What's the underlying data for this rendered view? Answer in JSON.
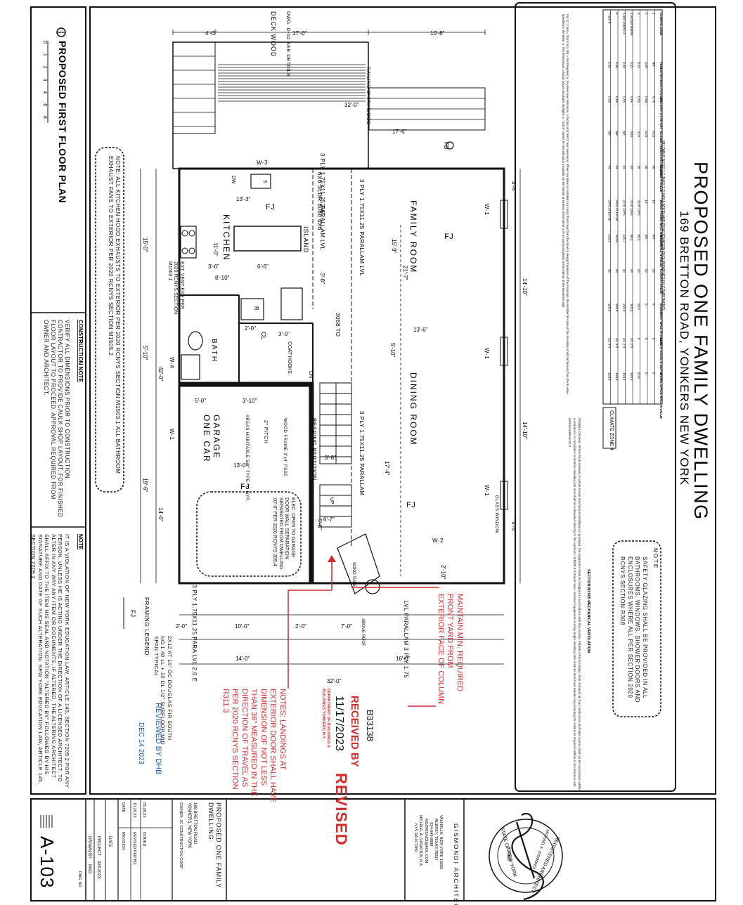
{
  "title": "PROPOSED ONE FAMILY DWELLING",
  "address": "169 BRETTON ROAD, YONKERS NEW YORK",
  "plan_title": "PROPOSED FIRST FLOOR PLAN",
  "scale_numbers": "0 1 2 3 4 6 8",
  "rooms": {
    "family": "FAMILY ROOM",
    "dining": "DINING ROOM",
    "kitchen": "KITCHEN",
    "kitchen_size": "11'-0\"",
    "bath": "BATH",
    "garage": "GARAGE",
    "one_car": "ONE CAR",
    "island": "ISLAND",
    "deck": "DECK WOOD",
    "dwg_details": "DWG. D-02 SEE DETAILS",
    "railing": "RAILING 3'-6\"H WOOD",
    "cl": "CL",
    "coat_hooks": "COAT HOOKS",
    "stairs_up": "UP",
    "stairs_dn": "DN",
    "fd": "FD",
    "dw": "DW",
    "r": "R",
    "s": "S"
  },
  "beams": {
    "b1": "3 PLY 1.75X11.25 PARALLAM LVL",
    "b2": "3 PLY 1.75X11.25 PARALLAM LVL",
    "b3": "3 PLY 1.75X11.25 PARALLAM",
    "b4": "3 PLY 1.75X11.25 PARA LVL 2.0 E",
    "b5": "LVL PARALLAM 3 PLY 1.75",
    "bearing": "BEARING PARTITION",
    "sldr": "6X6 SLDR 6068 6X6",
    "door": "3068 TO",
    "hdr": "6x6",
    "wood_frame": "WOOD FRAME 3'x4' PSSC",
    "pitch": "2\" PITCH",
    "areas_habitable": "AREAS HABITABLE 5/8\" TYPE 'X' GYP.",
    "fj": "FJ",
    "w1": "W-1",
    "w2": "W-2",
    "w3": "W-3",
    "w4": "W-4",
    "glass_window": "GLASS WINDOW"
  },
  "dims": {
    "top1": "4'-0\"",
    "top2": "17'-0\"",
    "top3": "10'-8\"",
    "top4": "32'-0\"",
    "k1": "13'-3\"",
    "k2": "3'-6\"",
    "k3": "6'-6\"",
    "k4": "3'-6\"",
    "k5": "8'-10\"",
    "k6": "3'-8\"",
    "left1": "15'-0\"",
    "left2": "5'-10\"",
    "left3": "42'-0\"",
    "left4": "19'-6\"",
    "left5": "14'-0\"",
    "fam": "21'-7\"",
    "fam2": "15'-9\"",
    "c1": "13'-6\"",
    "c2": "5'-10\"",
    "c3": "3'-0\"",
    "c4": "2'-0\"",
    "g1": "5'-0\"",
    "g2": "3'-10\"",
    "g3": "13'-0\"",
    "g4": "3'-8\"",
    "g5": "17'-4\"",
    "g6": "6'-7\"",
    "g7": "5'-8\"",
    "r1": "14'-10\"",
    "r2": "14'-10\"",
    "r3": "4'-5\"",
    "r4": "4'-5\"",
    "bot1": "2'-0\"",
    "bot2": "10'-0\"",
    "bot3": "2'-0\"",
    "bot4": "7'-0\"",
    "bot5": "14'-0\"",
    "bot6": "16'-0\"",
    "bot7": "32'-0\"",
    "s1": "17'-6\"",
    "s2": "2'-10\""
  },
  "notes": {
    "kitchen_note": "NOTE: ALL KITCHEN HOOD EXHAUSTS TO EXTERIOR PER 2020 RCNYS SECTION M1503.1 ALL BATHROOM EXHAUST FANS TO EXTERIOR PER 2020 RCNYS SECTION M1505.2",
    "construction_head": "CONSTRUCTION NOTE",
    "construction": "VERIFY ALL DIMENSIONS PRIOR TO CONSTRUCTION. CONTRACTOR TO PROVIDE CAULK SHOP LAYOUT. FOR FINISHED FLOOR LAYOUT TO PROCEED, APPROVAL REQUIRED FROM OWNER AND ARCHITECT.",
    "edu_head": "NOTE",
    "edu": "IT IS A VIOLATION OF NEW YORK EDUCATION LAW, ARTICLE 145, SECTION 7209.2 FOR ANY PERSON, UNLESS HE IS ACTING UNDER THE DIRECTION OF A LICENSED ARCHITECT, TO ALTER IN ANY WAY ANY ITEM OR DOCUMENTS. IF ALTERED, THE ALTERING ARCHITECT SHALL AFFIX TO THE ITEM HIS SEAL AND NOTATION \"ALTERED BY\" FOLLOWED BY HIS SIGNATURE AND DATE OF SUCH ALTERATION. NEW YORK EDUCATION LAW, ARTICLE 145, SECTION 7209.2",
    "glazing_head": "NOTE",
    "glazing": "SAFETY GLAZING SHALL BE PROVIDED IN ALL BATHROOMS, WINDOWS, SHOWER DOORS AND ENCLOSURES WHERE ALL PER SECTION 2020 RCNYS SECTION R308",
    "vent": "EXT. VENT EXH PER 2020 RCNYS SECTION M1503.1",
    "elec": "ELEC. OPEN TO GARAGE DOOR WALL SEPARATION SEPARATED FROM DWELLING 10'-0\" PER 2020 RCNYS 309.4",
    "framing_legend": "FRAMING LEGEND",
    "framing_fj": "FJ",
    "framing": "2X12 AT 16\" OC DOUGLAS FIR SOUTH NO.1 40 LL + 10 DL 1/2\" SUBFLOOR MID SPAN TYPICAL",
    "landing": "NOTES: LANDINGS AT EXTERIOR DOOR SHALL HAVE DIMENSION OF NOT LESS THAN 36\" MEASURED IN THE DIRECTION OF TRAVEL AS PER 2020 RCNYS SECTION R311.3",
    "maintain": "MAINTAIN MIN. REQUIRED FRONT YARD FROM EXTERIOR FACE OF COLUMN",
    "above_roof": "ABOVE ROOF",
    "sono_tube": "SONO TUBE"
  },
  "stamps": {
    "received": "RECEIVED BY",
    "revised": "REVISED",
    "dept": "DEPARTMENT OF BUILDINGS & BUILDINGS YONKERS, N.Y.",
    "date": "11/17/2023",
    "permit": "B33138",
    "reviewed": "REVIEWED BY DHB",
    "reviewed_date": "DEC 14 2023"
  },
  "energy": {
    "title": "[N1 TABLE N1102.1.2 (R402.1.2) INSULATION AND FENESTRATION REQUIREMENTS BY COMPONENT]",
    "headers": [
      "CLIMATE ZONE",
      "FENESTRATION U-FACTOR",
      "SKYLIGHT U-FACTOR",
      "GLAZED FENESTRATION SHGC",
      "CEILING R-VALUE",
      "WOOD FRAME WALL R-VALUE",
      "MASS WALL R-VALUE",
      "FLOOR R-VALUE",
      "BASEMENT WALL R-VALUE",
      "SLAB R-VALUE & DEPTH",
      "CRAWL SPACE WALL R-VALUE"
    ],
    "rows": [
      [
        "1",
        "NR",
        "0.75",
        "0.25",
        "30",
        "13",
        "3/4",
        "13",
        "0",
        "0",
        "0"
      ],
      [
        "2",
        "0.40",
        "0.65",
        "0.25",
        "38",
        "13",
        "4/6",
        "13",
        "0",
        "0",
        "0"
      ],
      [
        "3",
        "0.32",
        "0.55",
        "0.25",
        "38",
        "20 or 13+5",
        "8/13",
        "19",
        "5/13",
        "0",
        "5/13"
      ],
      [
        "4 except Marine",
        "0.32",
        "0.55",
        "0.40",
        "49",
        "20 or 13+5",
        "8/13",
        "19",
        "10/13",
        "10, 2 ft",
        "10/13"
      ],
      [
        "5 and Marine 4",
        "0.30",
        "0.55",
        "NR",
        "49",
        "20 or 13+5",
        "13/17",
        "30",
        "15/19",
        "10, 2 ft",
        "15/19"
      ],
      [
        "6",
        "0.30",
        "0.55",
        "NR",
        "49",
        "20+5 or 13+10",
        "15/20",
        "30",
        "15/19",
        "10, 4 ft",
        "15/19"
      ],
      [
        "7 and 8",
        "0.30",
        "0.55",
        "NR",
        "49",
        "20+5 or 13+10",
        "19/21",
        "38",
        "15/19",
        "10, 4 ft",
        "15/19"
      ]
    ],
    "footnote": "For SI: 1 foot = 304.8 mm. NR = Not Required. a. R-values are minimums. U-factors and SHGC are maximums. When insulation is installed in a cavity that is less than the label or design thickness of the insulation, the installed R-value of the insulation shall not be less than the R-value specified in the table. b. The fenestration U-factor column excludes skylights. c. \"15/19\" means R-15 continuous insulation on the interior or exterior of the home or R-19 cavity insulation at the interior of the basement wall.",
    "zone": "CLIMATE ZONE 4",
    "mech_head": "SECTION M1505 MECHANICAL VENTILATION",
    "mech": "M1505.1 General. Where local exhaust or whole-house mechanical ventilation is provided, the equipment shall be designed in accordance with this section. M1505.2 Recirculation of air. Exhaust air from bathrooms and toilet rooms shall not be recirculated within a residence or circulated to another dwelling unit and shall be exhausted directly to the outdoors. M1505.3 Exhaust rates. Exhaust equipment serving single dwelling units shall be listed and labeled as providing the minimum required airflow in accordance with ANSI/ASHRAE 62.2."
  },
  "architect": {
    "name": "GISMONDI ARCHITECTS",
    "lines": [
      "VALHALLA, NEW YORK 10595",
      "AUBREY, TEXAS 76227",
      "914-949-8888",
      "MGISMONDI@AOL.COM",
      "MICHAEL A. GISMONDI, R.A.",
      "NYS RA 017389"
    ]
  },
  "seal": {
    "top": "REGISTERED ARCHITECT",
    "name": "MICHAEL A. GISMONDI",
    "number": "017389",
    "bottom": "STATE OF NEW YORK"
  },
  "titleblock": {
    "project": "PROPOSED ONE FAMILY DWELLING",
    "address1": "169 BRETTON ROAD",
    "address2": "YONKERS, NEW YORK",
    "owner": "OWNER: JC CONSTRUCTION CORP",
    "rev_date_head": "DATE",
    "rev_head": "REVISION",
    "rev1_date": "10.20.23",
    "rev1": "REVISED PER BD",
    "rev2_date": "05.26.23",
    "rev2": "ISSUED",
    "date_label": "DATE",
    "project_label": "PROJECT",
    "project_val": "028.2023",
    "drawn_label": "DRAWN BY",
    "drawn_val": "MAG",
    "dwg_label": "DWG. NO.",
    "dwg_no": "A-103"
  }
}
